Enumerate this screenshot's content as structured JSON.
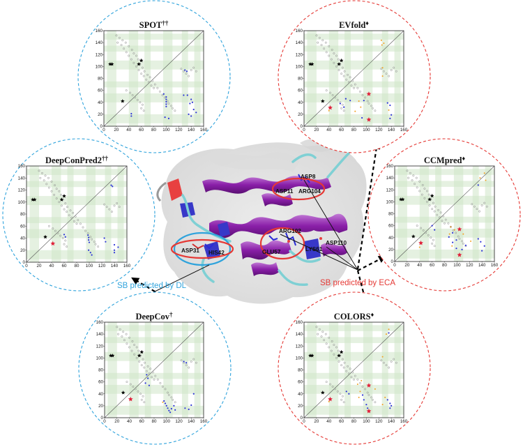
{
  "panels": [
    {
      "id": "spot",
      "title": "SPOT",
      "mark": "††",
      "circle_color": "#2fa3dc",
      "ticks": [
        "0",
        "20",
        "40",
        "60",
        "80",
        "100",
        "120",
        "140",
        "160"
      ],
      "blue_points": [
        [
          130,
          94
        ],
        [
          133,
          92
        ],
        [
          44,
          21
        ],
        [
          44,
          17
        ],
        [
          96,
          54
        ],
        [
          100,
          49
        ],
        [
          100,
          45
        ],
        [
          100,
          41
        ],
        [
          100,
          37
        ],
        [
          100,
          33
        ],
        [
          98,
          15
        ],
        [
          104,
          13
        ],
        [
          128,
          52
        ],
        [
          134,
          52
        ],
        [
          140,
          45
        ],
        [
          142,
          40
        ],
        [
          138,
          38
        ],
        [
          144,
          28
        ],
        [
          148,
          23
        ],
        [
          136,
          20
        ],
        [
          140,
          17
        ]
      ],
      "orange_points": [],
      "red_stars": []
    },
    {
      "id": "evfold",
      "title": "EVfold",
      "mark": "♦",
      "circle_color": "#e53935",
      "ticks": [
        "0",
        "20",
        "40",
        "60",
        "80",
        "100",
        "120",
        "140",
        "160"
      ],
      "blue_points": [
        [
          67,
          46
        ],
        [
          74,
          43
        ],
        [
          58,
          38
        ],
        [
          64,
          32
        ],
        [
          96,
          43
        ],
        [
          93,
          14
        ],
        [
          134,
          39
        ],
        [
          138,
          35
        ],
        [
          140,
          19
        ],
        [
          138,
          13
        ]
      ],
      "orange_points": [
        [
          124,
          144
        ],
        [
          128,
          139
        ],
        [
          125,
          136
        ],
        [
          126,
          98
        ],
        [
          126,
          84
        ],
        [
          88,
          42
        ],
        [
          91,
          32
        ],
        [
          82,
          25
        ],
        [
          40,
          26
        ],
        [
          136,
          27
        ]
      ],
      "red_stars": [
        [
          42,
          31
        ],
        [
          104,
          54
        ],
        [
          104,
          11
        ]
      ]
    },
    {
      "id": "deepconpred2",
      "title": "DeepConPred2",
      "mark": "††",
      "circle_color": "#2fa3dc",
      "ticks": [
        "0",
        "20",
        "40",
        "60",
        "80",
        "100",
        "120",
        "140",
        "160"
      ],
      "blue_points": [
        [
          135,
          128
        ],
        [
          137,
          126
        ],
        [
          60,
          46
        ],
        [
          62,
          42
        ],
        [
          98,
          45
        ],
        [
          99,
          41
        ],
        [
          99,
          37
        ],
        [
          100,
          33
        ],
        [
          99,
          20
        ],
        [
          102,
          16
        ],
        [
          104,
          12
        ],
        [
          124,
          40
        ],
        [
          126,
          34
        ],
        [
          140,
          29
        ],
        [
          146,
          25
        ],
        [
          140,
          20
        ],
        [
          140,
          16
        ]
      ],
      "orange_points": [],
      "red_stars": [
        [
          42,
          31
        ]
      ]
    },
    {
      "id": "ccmpred",
      "title": "CCMpred",
      "mark": "♦",
      "circle_color": "#e53935",
      "ticks": [
        "0",
        "20",
        "40",
        "60",
        "80",
        "100",
        "120",
        "140",
        "160"
      ],
      "blue_points": [
        [
          134,
          128
        ],
        [
          60,
          60
        ],
        [
          64,
          53
        ],
        [
          87,
          41
        ],
        [
          93,
          48
        ],
        [
          93,
          32
        ],
        [
          99,
          36
        ],
        [
          99,
          22
        ],
        [
          108,
          20
        ],
        [
          114,
          27
        ],
        [
          134,
          38
        ],
        [
          138,
          33
        ],
        [
          144,
          26
        ],
        [
          140,
          18
        ]
      ],
      "orange_points": [
        [
          144,
          148
        ],
        [
          137,
          140
        ],
        [
          146,
          136
        ],
        [
          90,
          58
        ],
        [
          96,
          53
        ],
        [
          88,
          46
        ],
        [
          92,
          26
        ],
        [
          122,
          34
        ],
        [
          110,
          46
        ],
        [
          40,
          24
        ]
      ],
      "red_stars": [
        [
          42,
          31
        ],
        [
          104,
          54
        ],
        [
          104,
          11
        ]
      ]
    },
    {
      "id": "deepcov",
      "title": "DeepCov",
      "mark": "†",
      "circle_color": "#2fa3dc",
      "ticks": [
        "0",
        "20",
        "40",
        "60",
        "80",
        "100",
        "120",
        "140",
        "160"
      ],
      "blue_points": [
        [
          128,
          94
        ],
        [
          132,
          92
        ],
        [
          68,
          72
        ],
        [
          70,
          66
        ],
        [
          66,
          58
        ],
        [
          72,
          54
        ],
        [
          96,
          28
        ],
        [
          98,
          24
        ],
        [
          100,
          20
        ],
        [
          102,
          16
        ],
        [
          104,
          12
        ],
        [
          106,
          9
        ],
        [
          108,
          15
        ],
        [
          112,
          20
        ],
        [
          114,
          13
        ],
        [
          130,
          16
        ],
        [
          136,
          14
        ],
        [
          140,
          21
        ],
        [
          144,
          40
        ]
      ],
      "orange_points": [
        [
          94,
          26
        ]
      ],
      "red_stars": [
        [
          42,
          31
        ]
      ]
    },
    {
      "id": "colors",
      "title": "COLORS",
      "mark": "♦",
      "circle_color": "#e53935",
      "ticks": [
        "0",
        "20",
        "40",
        "60",
        "80",
        "100",
        "120",
        "140",
        "160"
      ],
      "blue_points": [
        [
          136,
          142
        ],
        [
          68,
          44
        ],
        [
          72,
          40
        ],
        [
          94,
          38
        ],
        [
          96,
          30
        ],
        [
          100,
          22
        ],
        [
          102,
          16
        ],
        [
          134,
          30
        ],
        [
          138,
          24
        ],
        [
          140,
          20
        ],
        [
          138,
          16
        ]
      ],
      "orange_points": [
        [
          136,
          148
        ],
        [
          132,
          140
        ],
        [
          126,
          102
        ],
        [
          92,
          62
        ],
        [
          86,
          56
        ],
        [
          90,
          44
        ],
        [
          88,
          34
        ],
        [
          40,
          27
        ],
        [
          114,
          48
        ],
        [
          130,
          34
        ],
        [
          126,
          22
        ]
      ],
      "red_stars": [
        [
          42,
          31
        ],
        [
          104,
          54
        ],
        [
          104,
          11
        ]
      ]
    }
  ],
  "native_stars": [
    [
      10,
      104
    ],
    [
      13,
      104
    ],
    [
      56,
      104
    ],
    [
      60,
      110
    ],
    [
      30,
      42
    ]
  ],
  "native_grey": [
    [
      20,
      152
    ],
    [
      25,
      148
    ],
    [
      30,
      144
    ],
    [
      35,
      140
    ],
    [
      40,
      134
    ],
    [
      45,
      128
    ],
    [
      48,
      122
    ],
    [
      52,
      118
    ],
    [
      55,
      112
    ],
    [
      58,
      104
    ],
    [
      62,
      98
    ],
    [
      65,
      92
    ],
    [
      70,
      86
    ],
    [
      74,
      82
    ],
    [
      78,
      76
    ],
    [
      82,
      70
    ],
    [
      86,
      64
    ],
    [
      90,
      58
    ],
    [
      94,
      52
    ],
    [
      98,
      48
    ],
    [
      102,
      42
    ],
    [
      104,
      38
    ],
    [
      108,
      34
    ],
    [
      110,
      30
    ],
    [
      114,
      26
    ],
    [
      22,
      140
    ],
    [
      28,
      136
    ],
    [
      32,
      130
    ],
    [
      36,
      124
    ],
    [
      40,
      118
    ],
    [
      44,
      112
    ],
    [
      48,
      106
    ],
    [
      52,
      100
    ],
    [
      56,
      94
    ],
    [
      60,
      88
    ],
    [
      64,
      84
    ],
    [
      68,
      78
    ],
    [
      72,
      74
    ],
    [
      76,
      68
    ],
    [
      80,
      64
    ],
    [
      124,
      96
    ],
    [
      128,
      92
    ],
    [
      132,
      88
    ],
    [
      136,
      84
    ],
    [
      140,
      94
    ],
    [
      144,
      98
    ],
    [
      148,
      92
    ],
    [
      36,
      60
    ],
    [
      42,
      56
    ],
    [
      46,
      52
    ],
    [
      50,
      48
    ],
    [
      54,
      44
    ],
    [
      58,
      40
    ],
    [
      62,
      36
    ],
    [
      60,
      30
    ],
    [
      64,
      26
    ]
  ],
  "protein_labels": {
    "asp8": "ASP8",
    "asp11": "ASP11",
    "arg104": "ARG104",
    "arg102": "ARG102",
    "glu57": "GLU57",
    "lys61": "LYS61",
    "asp110": "ASP110",
    "asp31": "ASP31",
    "his42": "HIS42"
  },
  "sb_dl": {
    "text": "SB predicted by DL",
    "color": "#2fa3dc"
  },
  "sb_eca": {
    "text": "SB predicted by ECA",
    "color": "#e53935"
  }
}
